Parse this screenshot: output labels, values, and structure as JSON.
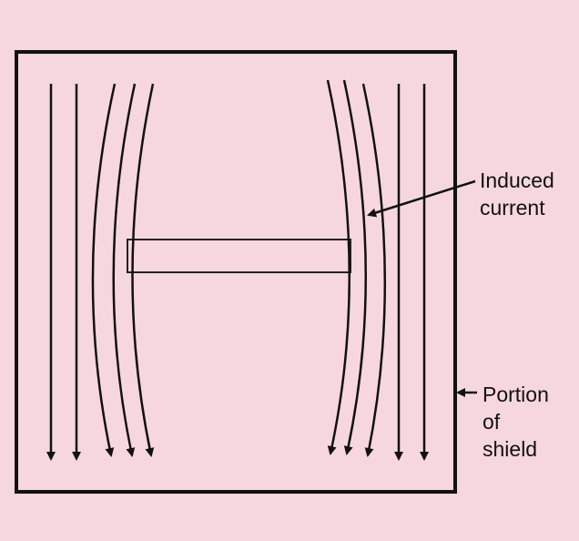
{
  "labels": {
    "induced_current": [
      "Induced",
      "current"
    ],
    "portion_of_shield": [
      "Portion",
      "of",
      "shield"
    ]
  },
  "colors": {
    "background": "#f7d7df",
    "stroke": "#111111"
  }
}
